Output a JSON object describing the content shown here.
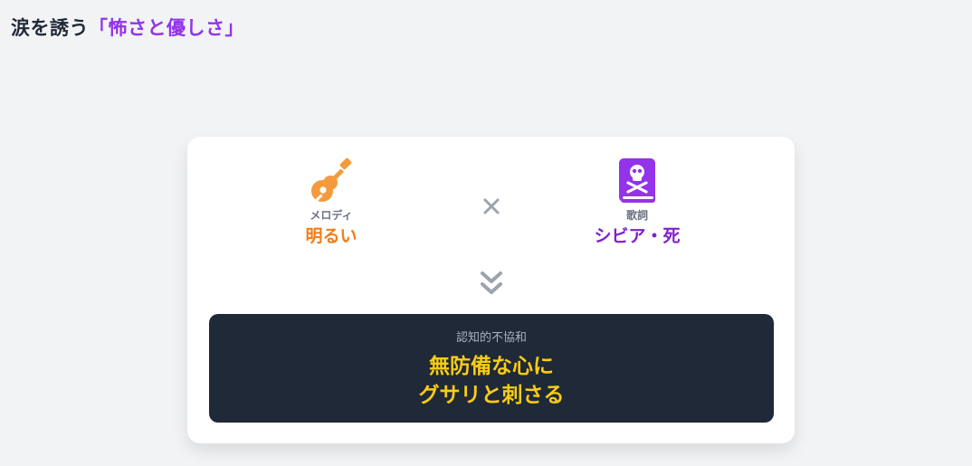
{
  "title": {
    "prefix": "涙を誘う",
    "accent": "「怖さと優しさ」"
  },
  "melody": {
    "icon": "guitar-icon",
    "label": "メロディ",
    "value": "明るい"
  },
  "operator": {
    "icon": "times-icon"
  },
  "lyrics": {
    "icon": "skull-book-icon",
    "label": "歌詞",
    "value": "シビア・死"
  },
  "arrow": {
    "icon": "double-chevron-down-icon"
  },
  "result": {
    "caption": "認知的不協和",
    "line1": "無防備な心に",
    "line2": "グサリと刺さる"
  },
  "colors": {
    "background": "#f2f3f5",
    "accent_purple": "#9333ea",
    "melody_orange": "#f27c1a",
    "lyrics_purple": "#7e22ce",
    "dark_box": "#1f2937",
    "result_yellow": "#facc15"
  }
}
